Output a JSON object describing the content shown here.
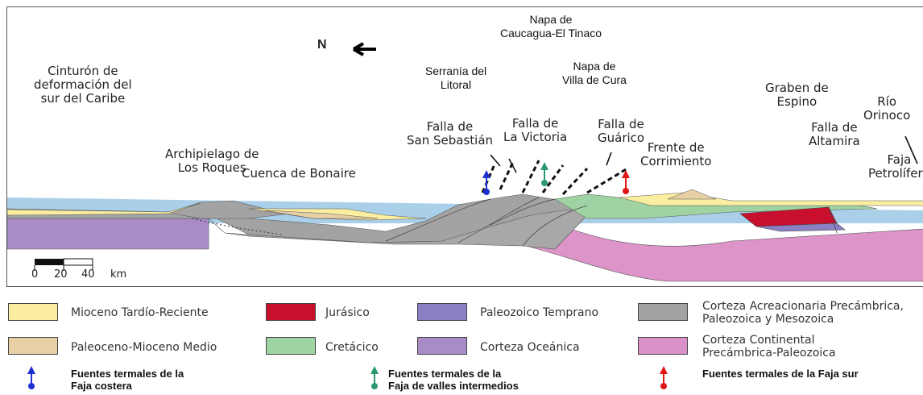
{
  "title_overlays": {
    "napa_caucagua": "Napa de\nCaucagua-El Tinaco",
    "serrania": "Serranía del\nLitoral",
    "napa_villa": "Napa de\nVilla de Cura"
  },
  "north": "N",
  "labels": {
    "cinturon": "Cinturón de\ndeformación del\nsur del Caribe",
    "roques": "Archipielago de\nLos Roques",
    "bonaire": "Cuenca de Bonaire",
    "san_sebastian": "Falla de\nSan Sebastián",
    "victoria": "Falla de\nLa Victoria",
    "guarico": "Falla de\nGuárico",
    "frente": "Frente de\nCorrimiento",
    "graben": "Graben de\nEspino",
    "altamira": "Falla de\nAltamira",
    "orinoco": "Río\nOrinoco",
    "faja": "Faja\nPetrolífera"
  },
  "scale": {
    "ticks": [
      "0",
      "20",
      "40"
    ],
    "unit": "km"
  },
  "legend": [
    {
      "key": "mioceno",
      "label": "Mioceno Tardío-Reciente",
      "color": "#fbeea0"
    },
    {
      "key": "jurasico",
      "label": "Jurásico",
      "color": "#c8102e"
    },
    {
      "key": "paleo_temprano",
      "label": "Paleozoico Temprano",
      "color": "#8b7fc4"
    },
    {
      "key": "corteza_acre",
      "label": "Corteza Acreacionaria Precámbrica,\nPaleozoica y Mesozoica",
      "color": "#a3a3a3"
    },
    {
      "key": "paleoceno",
      "label": "Paleoceno-Mioceno Medio",
      "color": "#e7cfa6"
    },
    {
      "key": "cretacico",
      "label": "Cretácico",
      "color": "#9fd3a3"
    },
    {
      "key": "oceanica",
      "label": "Corteza Oceánica",
      "color": "#a98bc7"
    },
    {
      "key": "continental",
      "label": "Corteza Continental\nPrecámbrica-Paleozoica",
      "color": "#d98fc7"
    }
  ],
  "hot_springs": [
    {
      "label": "Fuentes termales de la\nFaja costera",
      "color": "#1c2fd0"
    },
    {
      "label": "Fuentes termales de la\nFaja de valles intermedios",
      "color": "#2a9a6e"
    },
    {
      "label": "Fuentes termales de la Faja sur",
      "color": "#e01515"
    }
  ]
}
